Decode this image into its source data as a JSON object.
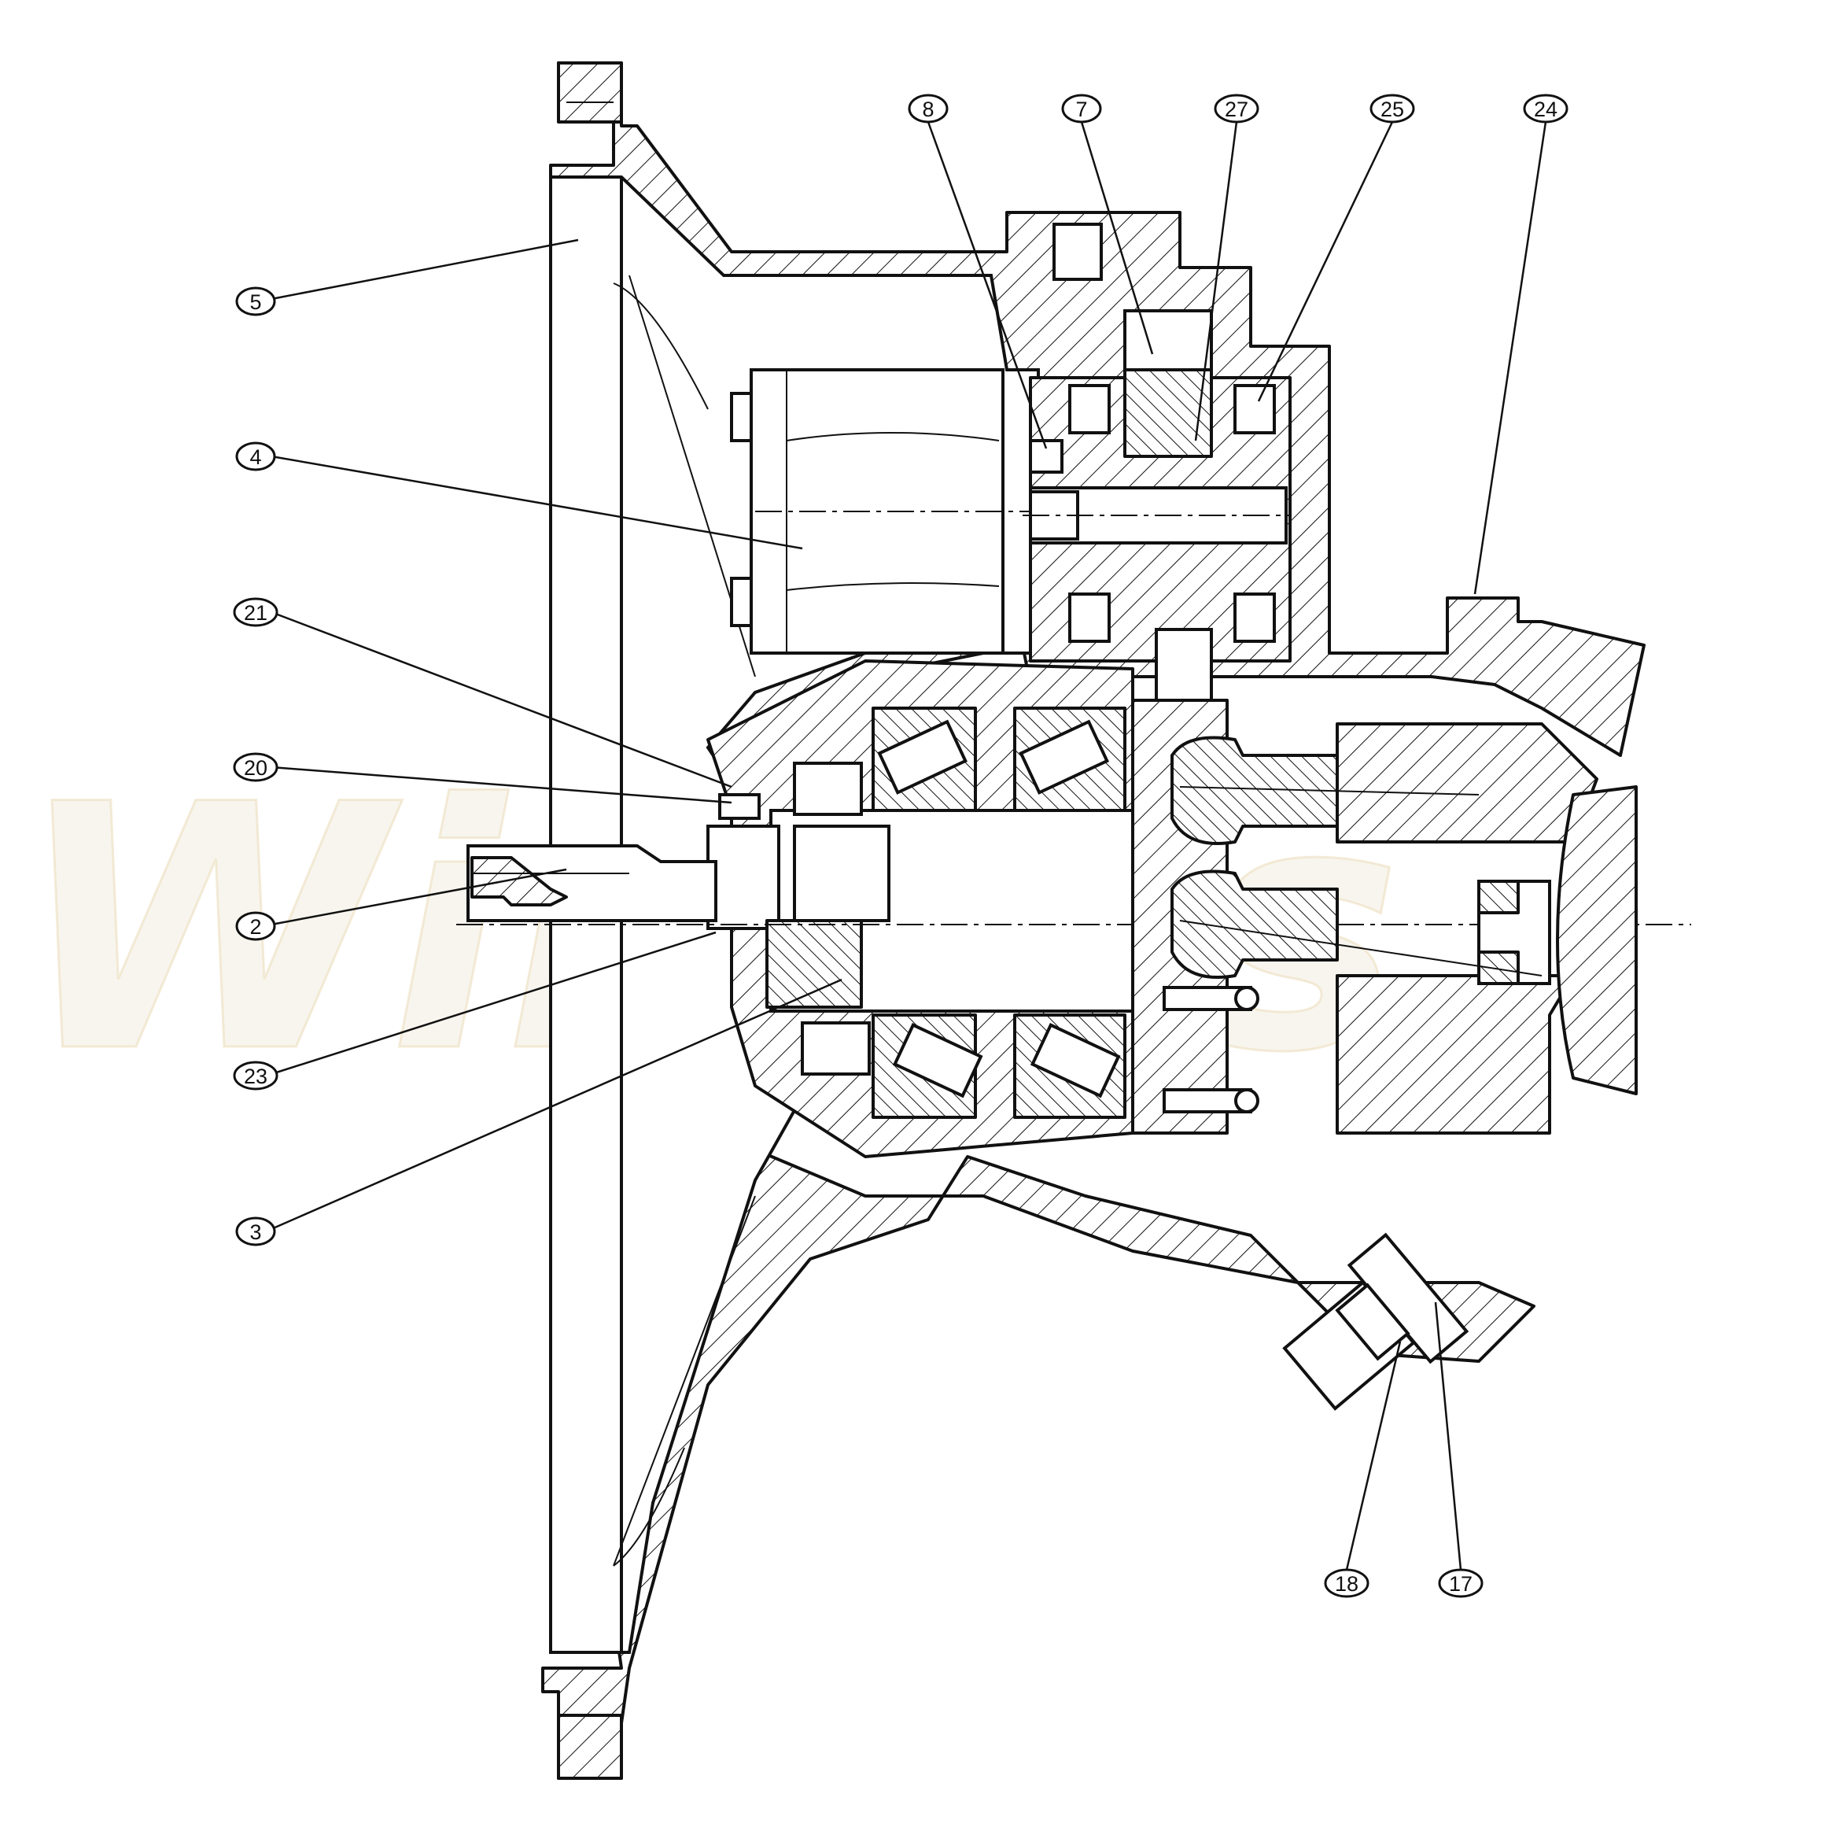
{
  "watermark": "Wibaks",
  "labels": [
    {
      "id": "5"
    },
    {
      "id": "4"
    },
    {
      "id": "21"
    },
    {
      "id": "20"
    },
    {
      "id": "2"
    },
    {
      "id": "23"
    },
    {
      "id": "3"
    },
    {
      "id": "8"
    },
    {
      "id": "7"
    },
    {
      "id": "27"
    },
    {
      "id": "25"
    },
    {
      "id": "24"
    },
    {
      "id": "18"
    },
    {
      "id": "17"
    }
  ]
}
